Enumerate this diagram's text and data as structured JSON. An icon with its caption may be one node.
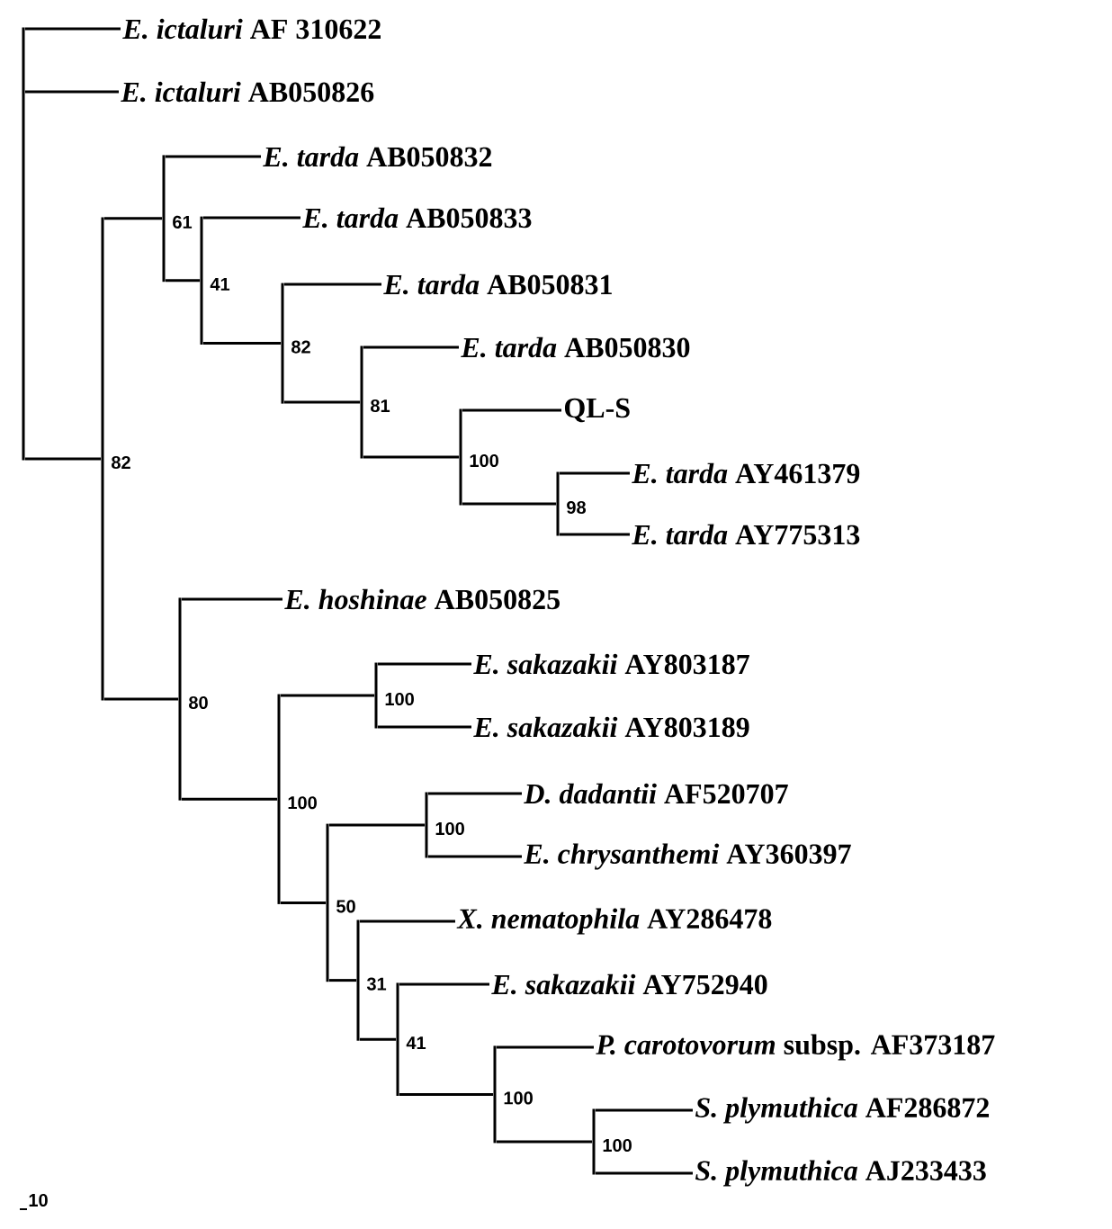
{
  "diagram": {
    "nodes": [
      {
        "text": [
          "*E. ictaluri* AF 310622"
        ]
      },
      {
        "text": [
          "*E. ictaluri* AB050826"
        ]
      },
      {
        "text": [
          "*E. tarda* AB050832"
        ]
      },
      {
        "text": [
          "*E. tarda* AB050833"
        ]
      },
      {
        "text": [
          "*E. tarda* AB050831"
        ]
      },
      {
        "text": [
          "*E. tarda* AB050830"
        ]
      },
      {
        "text": [
          "QL-S"
        ]
      },
      {
        "text": [
          "*E. tarda* AY461379"
        ]
      },
      {
        "text": [
          "*E. tarda* AY775313"
        ]
      },
      {
        "text": [
          "*E. hoshinae* AB050825"
        ]
      },
      {
        "text": [
          "*E. sakazakii* AY803187"
        ]
      },
      {
        "text": [
          "*E. sakazakii* AY803189"
        ]
      },
      {
        "text": [
          "*D. dadantii* AF520707"
        ]
      },
      {
        "text": [
          "*E. chrysanthemi* AY360397"
        ]
      },
      {
        "text": [
          "*X. nematophila* AY286478"
        ]
      },
      {
        "text": [
          "*E. sakazakii* AY752940"
        ]
      },
      {
        "text": [
          "*P. carotovorum* subsp. AF373187"
        ]
      },
      {
        "text": [
          "*S. plymuthica* AF286872"
        ]
      },
      {
        "text": [
          "*S. plymuthica* AJ233433"
        ]
      },
      {
        "text": [],
        "shape": "bar"
      },
      {
        "text": [],
        "shape": "bar",
        "beside": [
          "82"
        ]
      },
      {
        "text": [],
        "shape": "bar",
        "beside": [
          "61"
        ]
      },
      {
        "text": [],
        "shape": "bar",
        "beside": [
          "41"
        ]
      },
      {
        "text": [],
        "shape": "bar",
        "beside": [
          "82"
        ]
      },
      {
        "text": [],
        "shape": "bar",
        "beside": [
          "81"
        ]
      },
      {
        "text": [],
        "shape": "bar",
        "beside": [
          "100"
        ]
      },
      {
        "text": [],
        "shape": "bar",
        "beside": [
          "98"
        ]
      },
      {
        "text": [],
        "shape": "bar",
        "beside": [
          "80"
        ]
      },
      {
        "text": [],
        "shape": "bar",
        "beside": [
          "100"
        ]
      },
      {
        "text": [],
        "shape": "bar",
        "beside": [
          "100"
        ]
      },
      {
        "text": [],
        "shape": "bar",
        "beside": [
          "50"
        ]
      },
      {
        "text": [],
        "shape": "bar",
        "beside": [
          "100"
        ]
      },
      {
        "text": [],
        "shape": "bar",
        "beside": [
          "31"
        ]
      },
      {
        "text": [],
        "shape": "bar",
        "beside": [
          "41"
        ]
      },
      {
        "text": [],
        "shape": "bar",
        "beside": [
          "100"
        ]
      },
      {
        "text": [],
        "shape": "bar",
        "beside": [
          "100"
        ]
      }
    ],
    "edges": [
      {
        "from": 19,
        "to": 0,
        "arrow": "none"
      },
      {
        "from": 19,
        "to": 1,
        "arrow": "none"
      },
      {
        "from": 19,
        "to": 20,
        "arrow": "none"
      },
      {
        "from": 20,
        "to": 21,
        "arrow": "none"
      },
      {
        "from": 20,
        "to": 27,
        "arrow": "none"
      },
      {
        "from": 21,
        "to": 2,
        "arrow": "none"
      },
      {
        "from": 21,
        "to": 22,
        "arrow": "none"
      },
      {
        "from": 22,
        "to": 3,
        "arrow": "none"
      },
      {
        "from": 22,
        "to": 23,
        "arrow": "none"
      },
      {
        "from": 23,
        "to": 4,
        "arrow": "none"
      },
      {
        "from": 23,
        "to": 24,
        "arrow": "none"
      },
      {
        "from": 24,
        "to": 5,
        "arrow": "none"
      },
      {
        "from": 24,
        "to": 25,
        "arrow": "none"
      },
      {
        "from": 25,
        "to": 6,
        "arrow": "none"
      },
      {
        "from": 25,
        "to": 26,
        "arrow": "none"
      },
      {
        "from": 26,
        "to": 7,
        "arrow": "none"
      },
      {
        "from": 26,
        "to": 8,
        "arrow": "none"
      },
      {
        "from": 27,
        "to": 9,
        "arrow": "none"
      },
      {
        "from": 27,
        "to": 28,
        "arrow": "none"
      },
      {
        "from": 28,
        "to": 29,
        "arrow": "none"
      },
      {
        "from": 28,
        "to": 30,
        "arrow": "none"
      },
      {
        "from": 29,
        "to": 10,
        "arrow": "none"
      },
      {
        "from": 29,
        "to": 11,
        "arrow": "none"
      },
      {
        "from": 30,
        "to": 31,
        "arrow": "none"
      },
      {
        "from": 30,
        "to": 32,
        "arrow": "none"
      },
      {
        "from": 31,
        "to": 12,
        "arrow": "none"
      },
      {
        "from": 31,
        "to": 13,
        "arrow": "none"
      },
      {
        "from": 32,
        "to": 14,
        "arrow": "none"
      },
      {
        "from": 32,
        "to": 33,
        "arrow": "none"
      },
      {
        "from": 33,
        "to": 15,
        "arrow": "none"
      },
      {
        "from": 33,
        "to": 34,
        "arrow": "none"
      },
      {
        "from": 34,
        "to": 16,
        "arrow": "none"
      },
      {
        "from": 34,
        "to": 35,
        "arrow": "none"
      },
      {
        "from": 35,
        "to": 17,
        "arrow": "none"
      },
      {
        "from": 35,
        "to": 18,
        "arrow": "none"
      }
    ],
    "labels": [
      "10"
    ]
  }
}
